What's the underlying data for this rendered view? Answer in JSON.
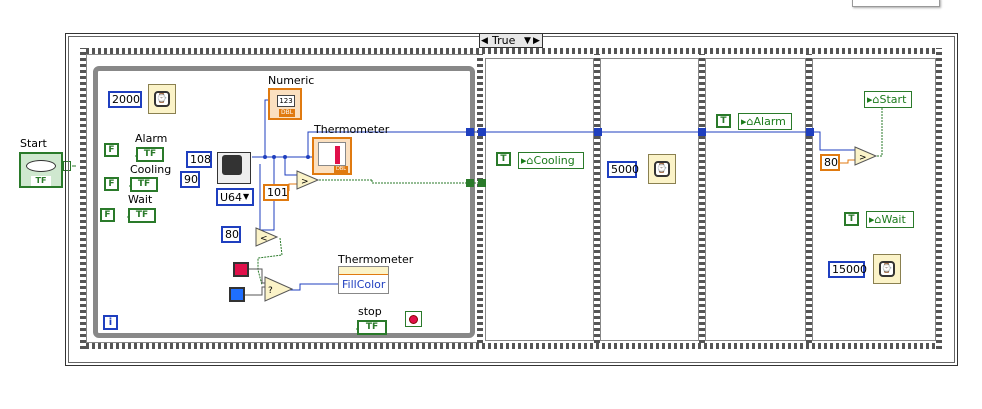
{
  "case_selector": {
    "value": "True"
  },
  "controls": {
    "start_label": "Start",
    "start_terminal": "TF",
    "alarm_label": "Alarm",
    "cooling_label": "Cooling",
    "wait_label": "Wait",
    "false_const": "F",
    "true_const": "T",
    "tf_text": "TF",
    "stop_label": "stop",
    "info_icon": "i"
  },
  "frame1": {
    "wait_ms": "2000",
    "numeric_label": "Numeric",
    "numeric_icon_text": "123",
    "dbl_text": "DBL",
    "thermometer_label": "Thermometer",
    "random_hi": "108",
    "random_lo": "90",
    "random_type": "U64",
    "threshold_101": "101",
    "threshold_80": "80",
    "thermo_prop_label": "Thermometer",
    "thermo_prop_name": "FillColor"
  },
  "frame2": {
    "local_var": "Cooling"
  },
  "frame3": {
    "wait_ms": "5000"
  },
  "frame4": {
    "local_var": "Alarm"
  },
  "frame5": {
    "start_var": "Start",
    "threshold": "80",
    "wait_var": "Wait",
    "wait_ms": "15000"
  },
  "colors": {
    "wire_blue": "#1f3fbf",
    "wire_green": "#2a7a2a",
    "orange": "#e07a10",
    "red": "#e0104a",
    "blue_const": "#1f6fff"
  }
}
